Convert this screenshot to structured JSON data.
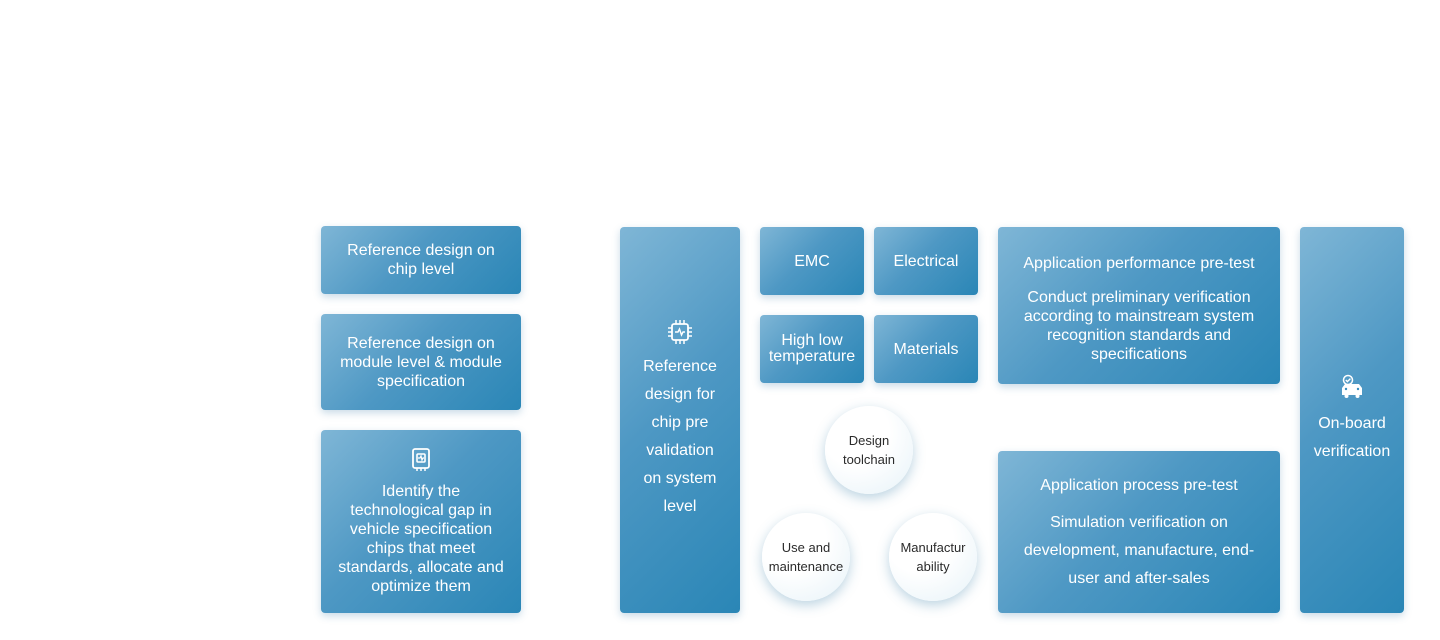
{
  "left": {
    "chip_level": "Reference design on chip level",
    "module_level": "Reference design on module level & module specification",
    "gap": "Identify the technological gap in vehicle specification chips that meet standards, allocate and optimize them"
  },
  "center": {
    "system_level": "Reference design for chip pre validation on system level",
    "emc": "EMC",
    "electrical": "Electrical",
    "high_low_temp": "High low temperature",
    "materials": "Materials",
    "circles": {
      "design_toolchain": "Design toolchain",
      "use_maintenance": "Use and maintenance",
      "manufacturability": "Manufactur ability"
    }
  },
  "right": {
    "perf_title": "Application performance pre-test",
    "perf_desc": "Conduct preliminary verification according to mainstream system recognition standards and specifications",
    "process_title": "Application process pre-test",
    "process_desc": "Simulation verification on development, manufacture, end-user and after-sales",
    "onboard": "On-board verification"
  }
}
